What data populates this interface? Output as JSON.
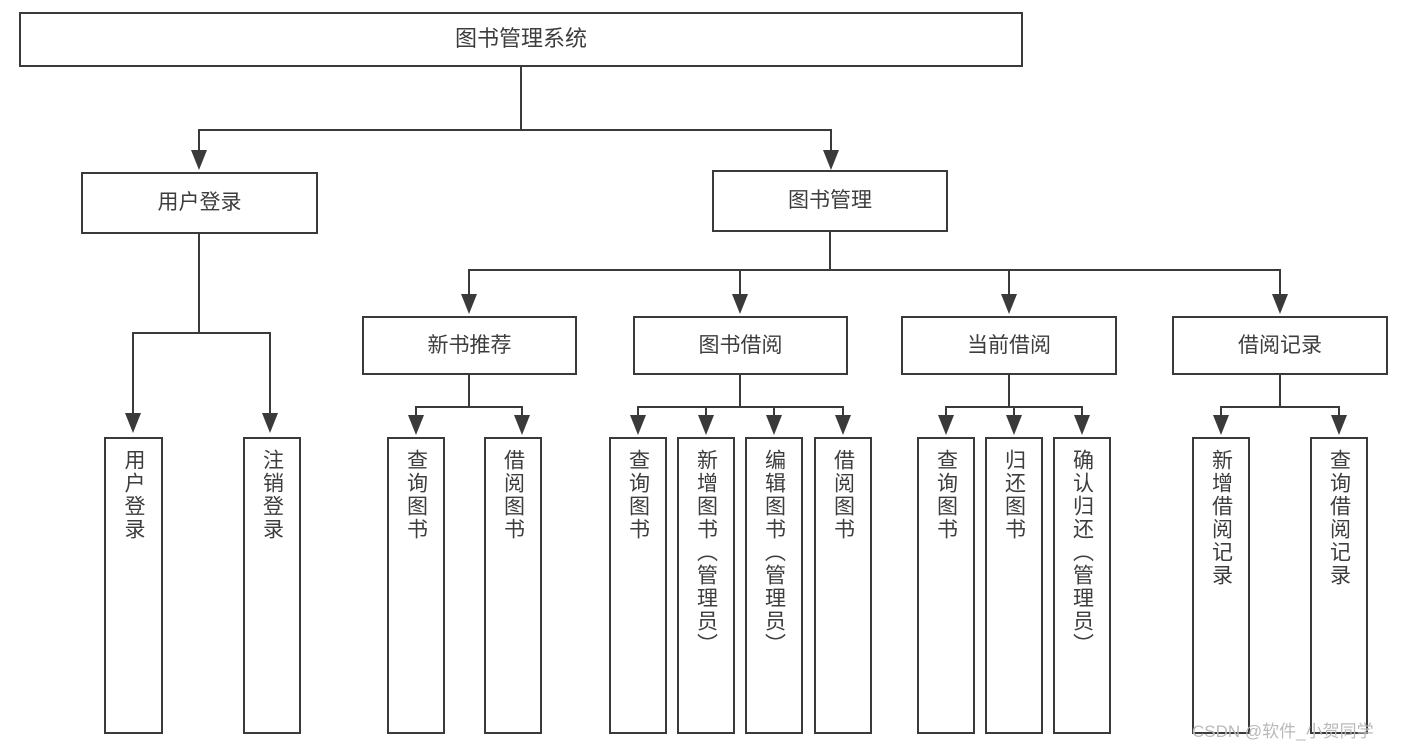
{
  "diagram": {
    "title": "图书管理系统",
    "type": "tree-hierarchy-chart",
    "stroke_color": "#3a3a3a",
    "text_color": "#3d3d3d",
    "background_color": "#ffffff"
  },
  "nodes": {
    "root": {
      "label": "图书管理系统"
    },
    "level2": [
      {
        "label": "用户登录"
      },
      {
        "label": "图书管理"
      }
    ],
    "level3": [
      {
        "label": "新书推荐"
      },
      {
        "label": "图书借阅"
      },
      {
        "label": "当前借阅"
      },
      {
        "label": "借阅记录"
      }
    ],
    "leaves_user_login": [
      {
        "label": "用户登录"
      },
      {
        "label": "注销登录"
      }
    ],
    "leaves_new_book": [
      {
        "label": "查询图书"
      },
      {
        "label": "借阅图书"
      }
    ],
    "leaves_borrow": [
      {
        "label": "查询图书"
      },
      {
        "label": "新增图书（管理员）"
      },
      {
        "label": "编辑图书（管理员）"
      },
      {
        "label": "借阅图书"
      }
    ],
    "leaves_current": [
      {
        "label": "查询图书"
      },
      {
        "label": "归还图书"
      },
      {
        "label": "确认归还（管理员）"
      }
    ],
    "leaves_records": [
      {
        "label": "新增借阅记录"
      },
      {
        "label": "查询借阅记录"
      }
    ]
  },
  "watermark": {
    "text": "CSDN @软件_小贺同学"
  }
}
